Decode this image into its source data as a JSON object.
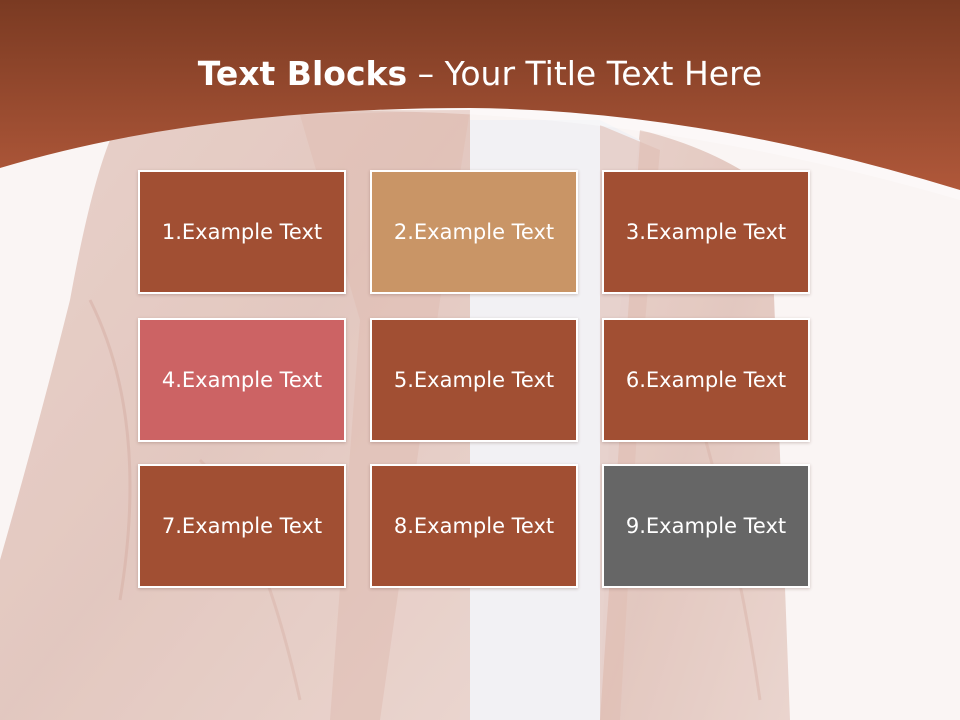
{
  "title": {
    "bold": "Text Blocks",
    "dash": " – ",
    "rest": "Your Title Text Here"
  },
  "blocks": [
    {
      "label": "1.Example Text",
      "color": "#a14f33"
    },
    {
      "label": "2.Example Text",
      "color": "#c99566"
    },
    {
      "label": "3.Example Text",
      "color": "#a14f33"
    },
    {
      "label": "4.Example Text",
      "color": "#cc6364"
    },
    {
      "label": "5.Example Text",
      "color": "#a14f33"
    },
    {
      "label": "6.Example Text",
      "color": "#a14f33"
    },
    {
      "label": "7.Example Text",
      "color": "#a14f33"
    },
    {
      "label": "8.Example Text",
      "color": "#a14f33"
    },
    {
      "label": "9.Example Text",
      "color": "#666666"
    }
  ],
  "colors": {
    "header_top": "#7a3a22",
    "header_bottom": "#b0583a",
    "background": "#f7f1f0"
  }
}
